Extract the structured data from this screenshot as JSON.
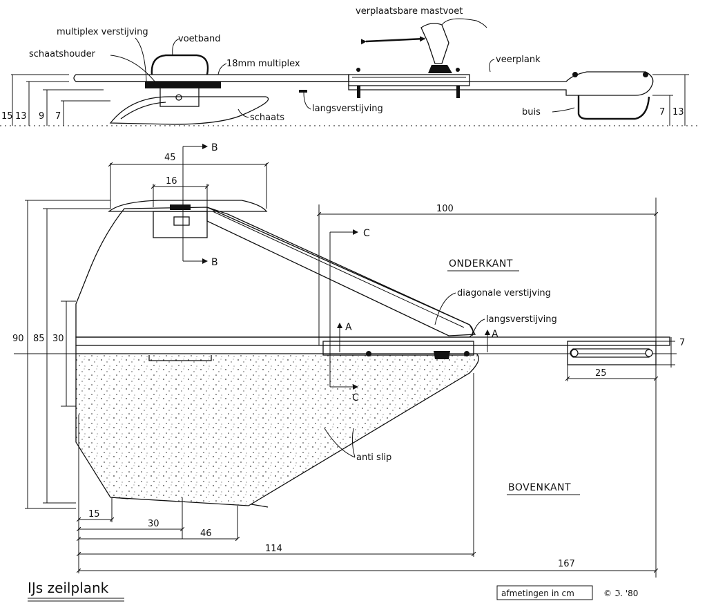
{
  "title": "IJs zeilplank",
  "units_note": "afmetingen in cm",
  "copyright_note": "© ℑ. '80",
  "side_view": {
    "labels": {
      "mastfoot": "verplaatsbare mastvoet",
      "plywood_stiffening": "multiplex verstijving",
      "footstrap": "voetband",
      "skate_holder": "schaatshouder",
      "plywood": "18mm multiplex",
      "spring_board": "veerplank",
      "longitudinal": "langsverstijving",
      "skate": "schaats",
      "tube": "buis"
    },
    "dims_left": [
      "15",
      "13",
      "9",
      "7"
    ],
    "dims_right": [
      "7",
      "13"
    ]
  },
  "plan_view": {
    "underside": "ONDERKANT",
    "topside": "BOVENKANT",
    "labels": {
      "diagonal": "diagonale verstijving",
      "longitudinal": "langsverstijving",
      "anti_slip": "anti slip"
    },
    "sections": {
      "b_top": "B",
      "b_bottom": "B",
      "c_top": "C",
      "c_bottom": "C",
      "a_left": "A",
      "a_right": "A"
    },
    "dims": {
      "d45": "45",
      "d16": "16",
      "d100": "100",
      "d90": "90",
      "d85": "85",
      "d30v": "30",
      "d7": "7",
      "d25": "25",
      "d15": "15",
      "d30h": "30",
      "d46": "46",
      "d114": "114",
      "d167": "167"
    }
  }
}
